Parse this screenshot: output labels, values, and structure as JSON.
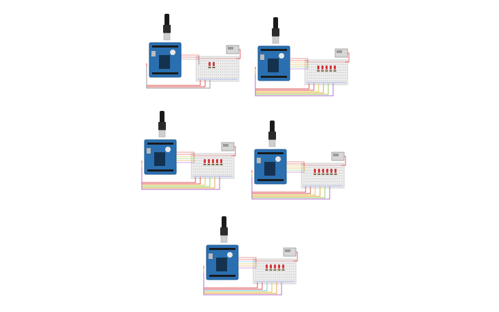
{
  "page": {
    "background": "#ffffff"
  },
  "circuits": [
    {
      "id": "circuit-1",
      "led_count": 2,
      "wire_colors": [
        "#e05555",
        "#e05555",
        "#999999"
      ]
    },
    {
      "id": "circuit-2",
      "led_count": 5,
      "wire_colors": [
        "#e05555",
        "#e05555",
        "#d8c84a",
        "#e9a13a",
        "#8fcf5a",
        "#b06ad0"
      ]
    },
    {
      "id": "circuit-3",
      "led_count": 5,
      "wire_colors": [
        "#e05555",
        "#e05555",
        "#d8c84a",
        "#8fcf5a",
        "#e9a13a",
        "#b06ad0"
      ]
    },
    {
      "id": "circuit-4",
      "led_count": 6,
      "wire_colors": [
        "#e05555",
        "#e05555",
        "#d8c84a",
        "#e9a13a",
        "#8fcf5a",
        "#b06ad0"
      ]
    },
    {
      "id": "circuit-5",
      "led_count": 5,
      "wire_colors": [
        "#e05555",
        "#e05555",
        "#6ec7d8",
        "#d8c84a",
        "#e9a13a",
        "#b06ad0"
      ]
    }
  ],
  "colors": {
    "arduino_board": "#2a6fb0",
    "arduino_dark": "#1f5a92",
    "breadboard": "#ececec",
    "breadboard_hole": "#b8b8b8",
    "led_red": "#d23a3a",
    "usb_cable": "#1a1a1a",
    "usb_plug": "#cfcfcf",
    "power_supply": "#d7d7d7"
  },
  "icons": {
    "board": "arduino-uno-icon",
    "breadboard": "breadboard-icon",
    "led": "led-icon",
    "cable": "usb-cable-icon",
    "supply": "power-supply-icon"
  }
}
